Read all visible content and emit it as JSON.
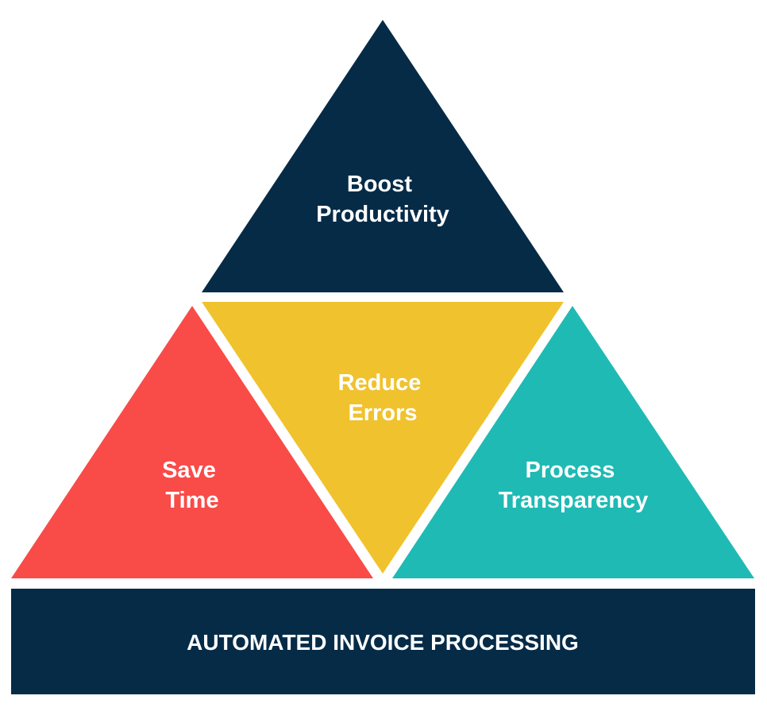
{
  "colors": {
    "navy": "#052b47",
    "red": "#f94b48",
    "yellow": "#f0c22e",
    "teal": "#1fbab4",
    "text": "#ffffff"
  },
  "pyramid": {
    "top": {
      "line1": "Boost",
      "line2": "Productivity"
    },
    "left": {
      "line1": "Save",
      "line2": "Time"
    },
    "center": {
      "line1": "Reduce",
      "line2": "Errors"
    },
    "right": {
      "line1": "Process",
      "line2": "Transparency"
    }
  },
  "base": {
    "label": "AUTOMATED INVOICE PROCESSING"
  }
}
